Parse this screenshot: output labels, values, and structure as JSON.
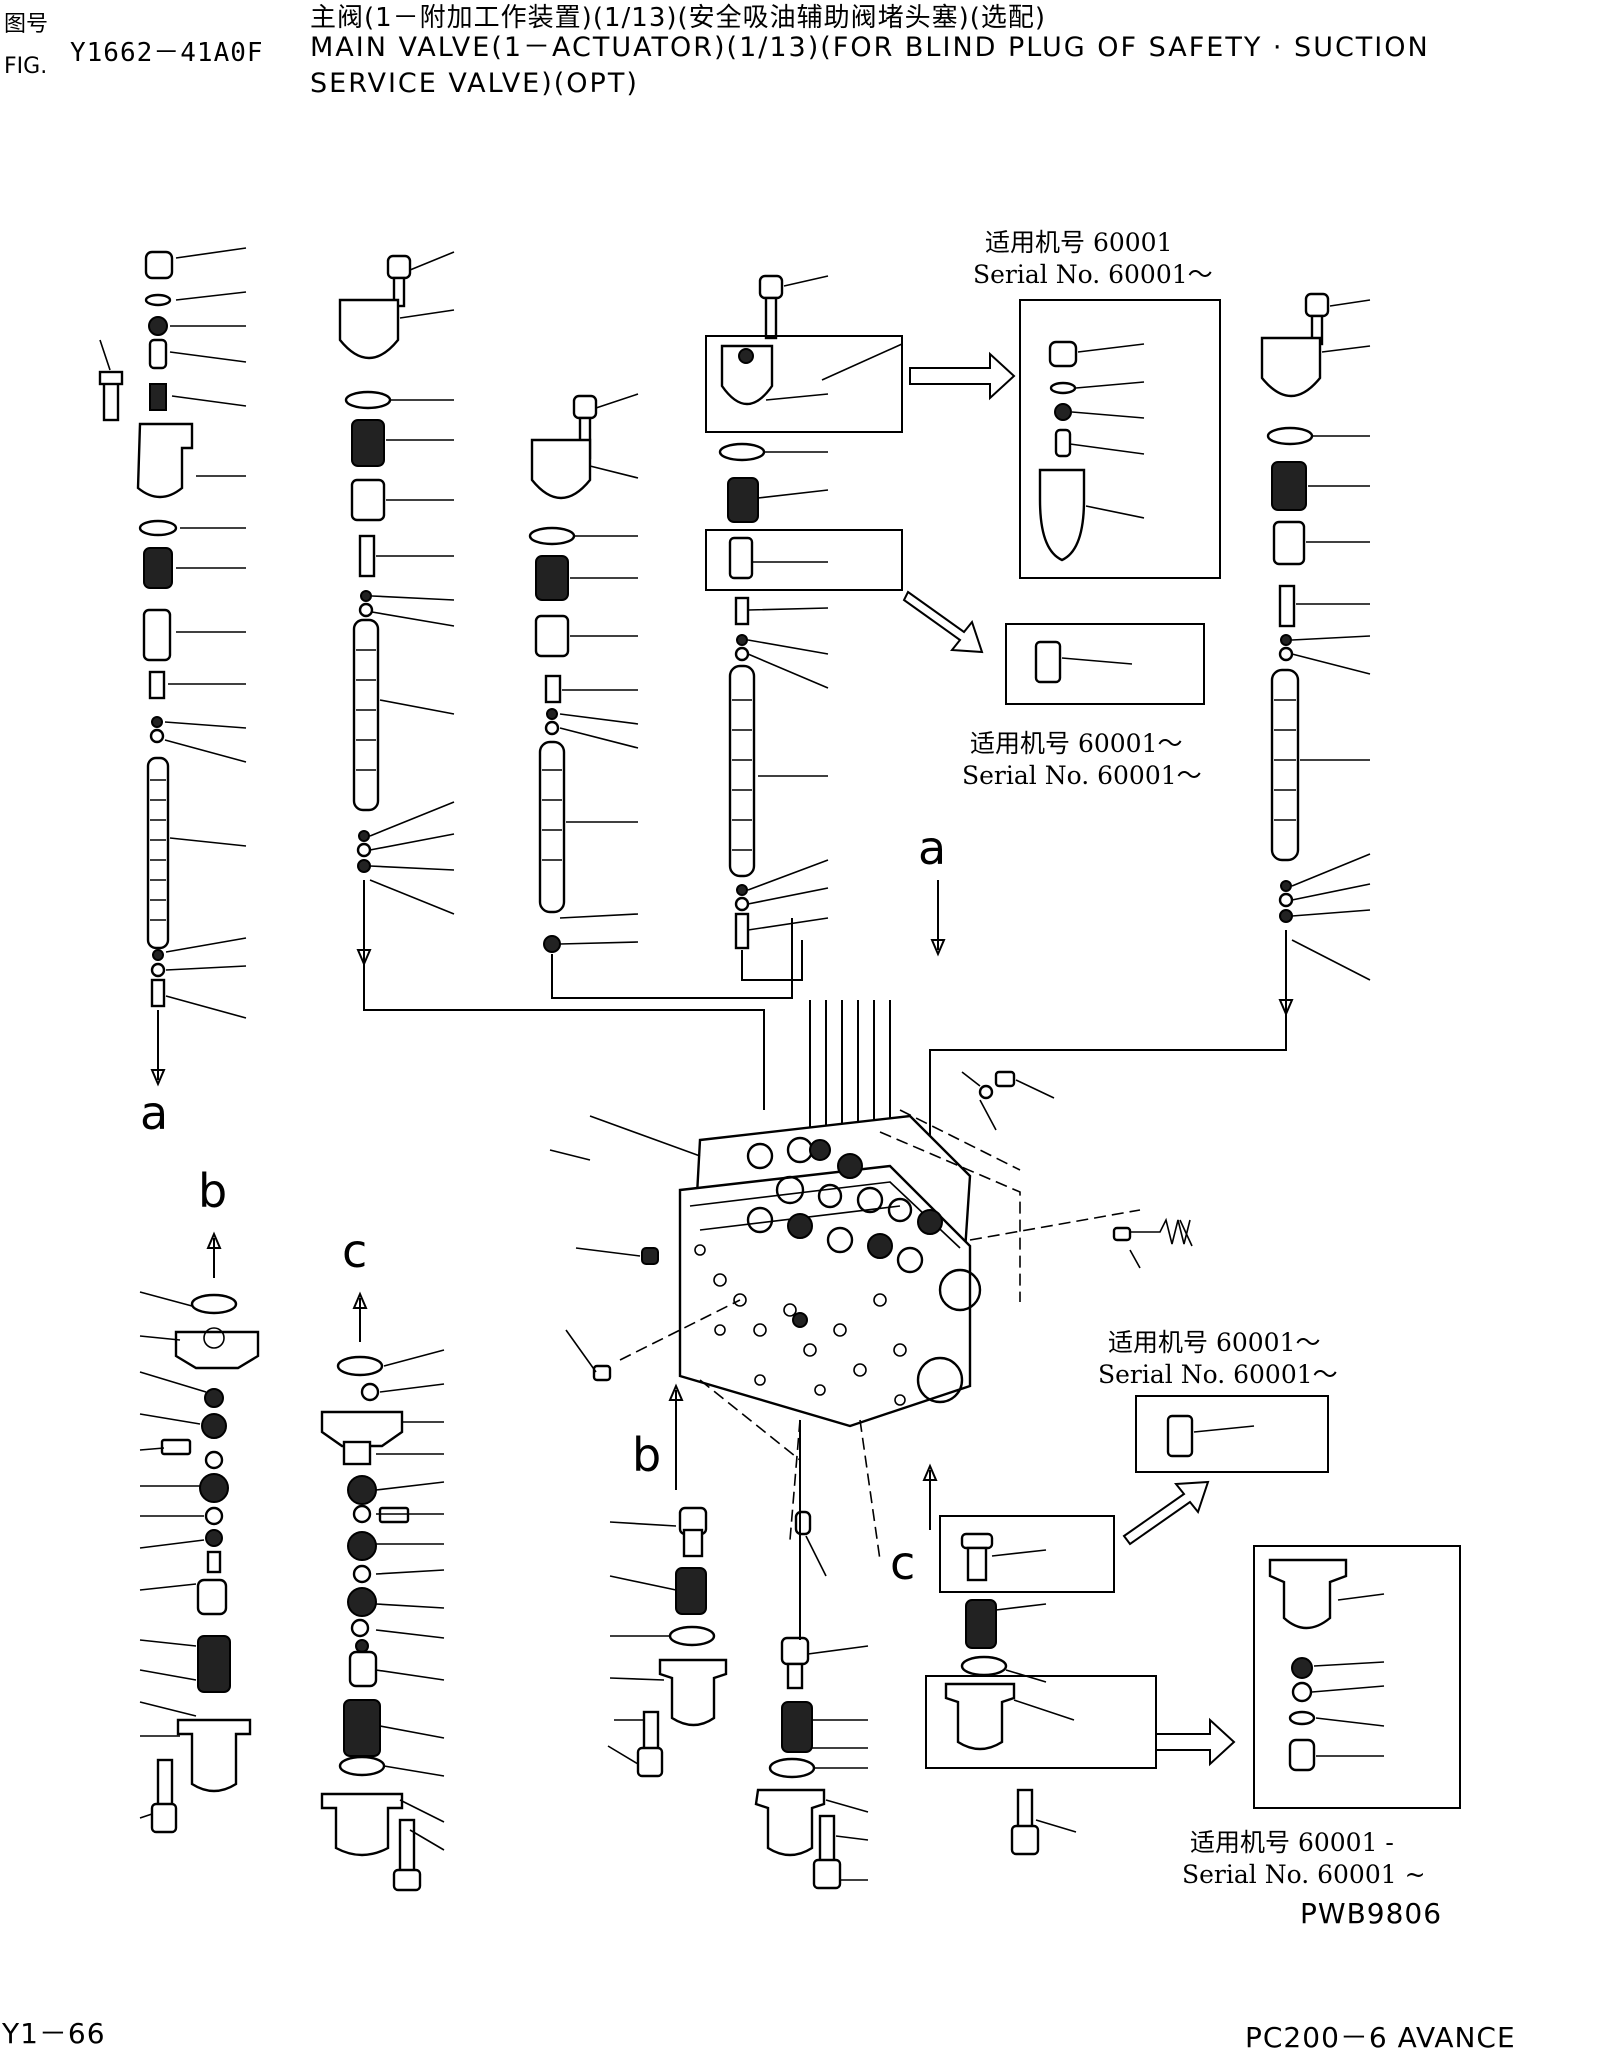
{
  "header": {
    "fig_cn": "图号",
    "fig_en": "FIG.",
    "fig_code": "Y1662－41A0F",
    "title_cn": "主阀(1－附加工作装置)(1/13)(安全吸油辅助阀堵头塞)(选配)",
    "title_en_1": "MAIN VALVE(1－ACTUATOR)(1/13)(FOR BLIND PLUG OF SAFETY · SUCTION",
    "title_en_2": "SERVICE VALVE)(OPT)"
  },
  "callouts": [
    {
      "cn": "适用机号 60001",
      "en": "Serial No. 60001～"
    },
    {
      "cn": "适用机号 60001～",
      "en": "Serial No. 60001～"
    },
    {
      "cn": "适用机号 60001～",
      "en": "Serial No. 60001～"
    },
    {
      "cn": "适用机号 60001 -",
      "en": "Serial No. 60001 ~"
    }
  ],
  "markers": {
    "a_top": "a",
    "a_bottom": "a",
    "b_top": "b",
    "b_bottom": "b",
    "c_top": "c",
    "c_bottom": "c"
  },
  "drawing_no": "PWB9806",
  "footer": {
    "page": "Y1－66",
    "model": "PC200－6 AVANCE"
  }
}
